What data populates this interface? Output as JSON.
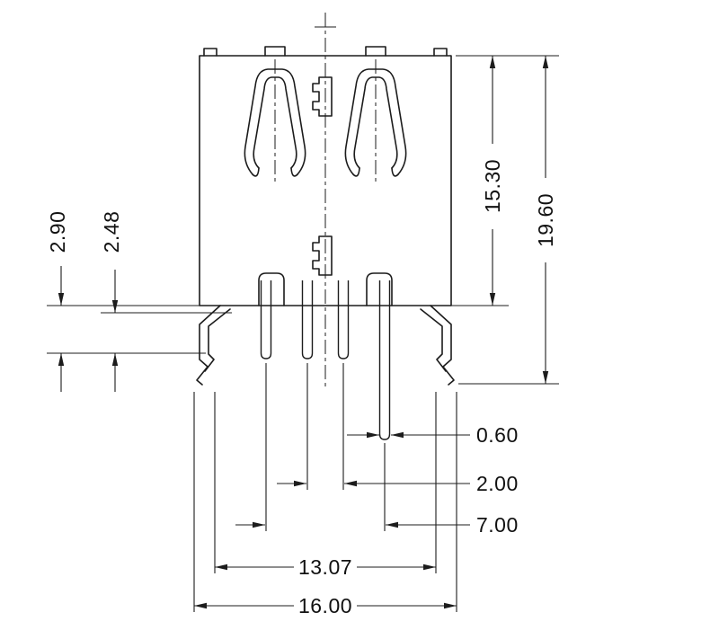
{
  "page": {
    "background": "#ffffff"
  },
  "drawing": {
    "line_color": "#1c1c1c"
  },
  "dimensions": {
    "left": [
      {
        "value": "2.90"
      },
      {
        "value": "2.48"
      }
    ],
    "right": [
      {
        "value": "15.30"
      },
      {
        "value": "19.60"
      }
    ],
    "bottom": [
      {
        "value": "0.60"
      },
      {
        "value": "2.00"
      },
      {
        "value": "7.00"
      },
      {
        "value": "13.07"
      },
      {
        "value": "16.00"
      }
    ]
  }
}
